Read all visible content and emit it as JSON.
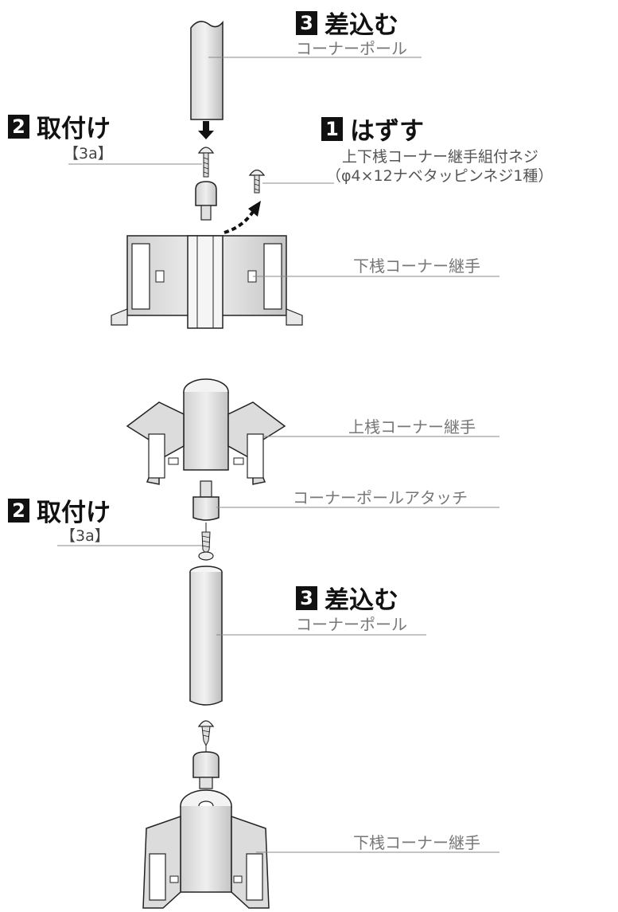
{
  "top_section": {
    "step3": {
      "num": "3",
      "title": "差込む",
      "part": "コーナーポール"
    },
    "step2": {
      "num": "2",
      "title": "取付け",
      "ref": "【3a】"
    },
    "step1": {
      "num": "1",
      "title": "はずす",
      "part_line1": "上下桟コーナー継手組付ネジ",
      "part_line2": "（φ4×12ナベタッピンネジ1種）"
    },
    "lower_joint_label": "下桟コーナー継手"
  },
  "bottom_section": {
    "upper_joint_label": "上桟コーナー継手",
    "attachment_label": "コーナーポールアタッチ",
    "step2": {
      "num": "2",
      "title": "取付け",
      "ref": "【3a】"
    },
    "step3": {
      "num": "3",
      "title": "差込む",
      "part": "コーナーポール"
    },
    "lower_joint_label": "下桟コーナー継手"
  }
}
